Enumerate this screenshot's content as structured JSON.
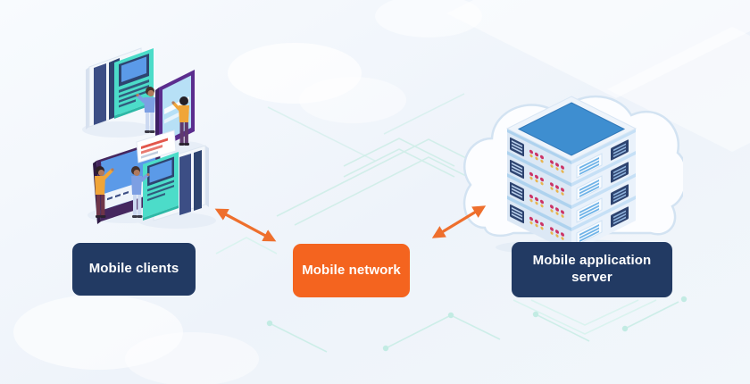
{
  "nodes": {
    "clients": {
      "label": "Mobile clients",
      "color": "#223a63",
      "text_color": "#ffffff"
    },
    "network": {
      "label": "Mobile network",
      "color": "#f4641f",
      "text_color": "#ffffff"
    },
    "server": {
      "label": "Mobile application server",
      "color": "#223a63",
      "text_color": "#ffffff"
    }
  },
  "connections": [
    {
      "from": "clients",
      "to": "network",
      "type": "bidirectional-arrow",
      "color": "#ee6f2d"
    },
    {
      "from": "network",
      "to": "server",
      "type": "bidirectional-arrow",
      "color": "#ee6f2d"
    }
  ],
  "illustrations": {
    "clients_group": {
      "icons": [
        "large-phone-icon",
        "tablet-icon",
        "chat-phone-icon",
        "large-phone-icon"
      ],
      "people_count": 4,
      "device_count": 4
    },
    "server_group": {
      "icons": [
        "cloud-icon",
        "server-stack-icon"
      ],
      "rack_units": 4
    }
  },
  "palette": {
    "background": "#f1f6fb",
    "accent_orange": "#f4641f",
    "navy": "#223a63",
    "device_teal": "#4cdcc9",
    "device_purple": "#5b2d8e",
    "server_top_blue": "#3e8ed0",
    "led_red": "#cc3366",
    "led_yellow": "#e8b44e",
    "trace_teal": "#cdeee8",
    "cloud_outline": "#d3e3f2"
  }
}
